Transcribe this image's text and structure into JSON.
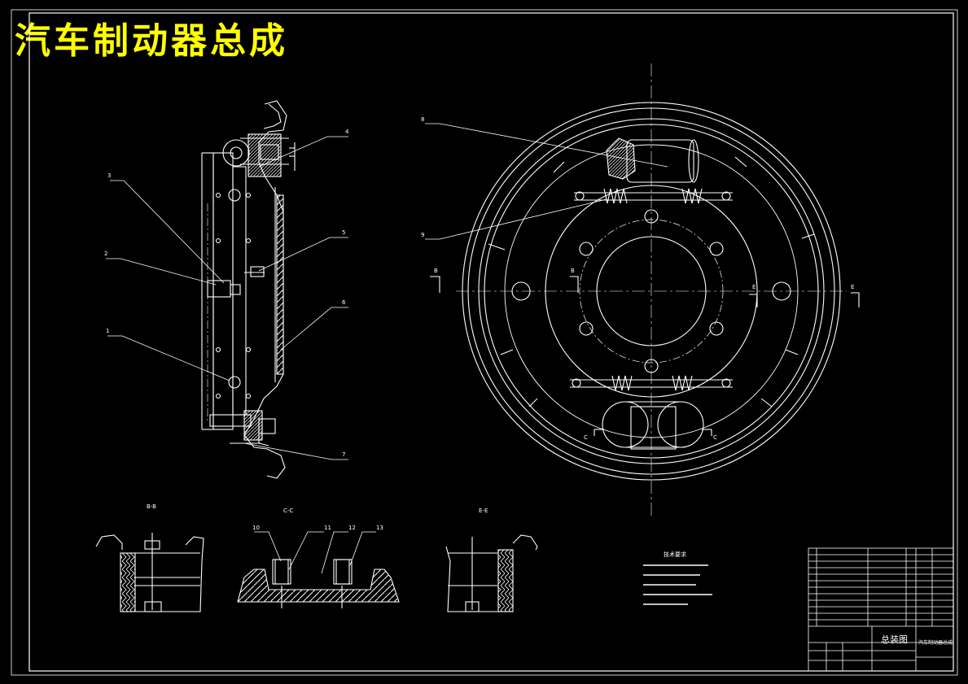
{
  "title": "汽车制动器总成",
  "part_labels": [
    "1",
    "2",
    "3",
    "4",
    "5",
    "6",
    "7",
    "8",
    "9",
    "10",
    "11",
    "12",
    "13"
  ],
  "section_labels": {
    "bb": "B-B",
    "cc": "C-C",
    "ee": "E-E",
    "b_mark": "B",
    "e_mark": "E",
    "c_mark": "C"
  },
  "notes_title": "技术要求",
  "title_block": {
    "drawing_name": "总装图",
    "product_name": "汽车制动器总成"
  },
  "colors": {
    "background": "#000000",
    "lines": "#ffffff",
    "title": "#ffff00"
  }
}
